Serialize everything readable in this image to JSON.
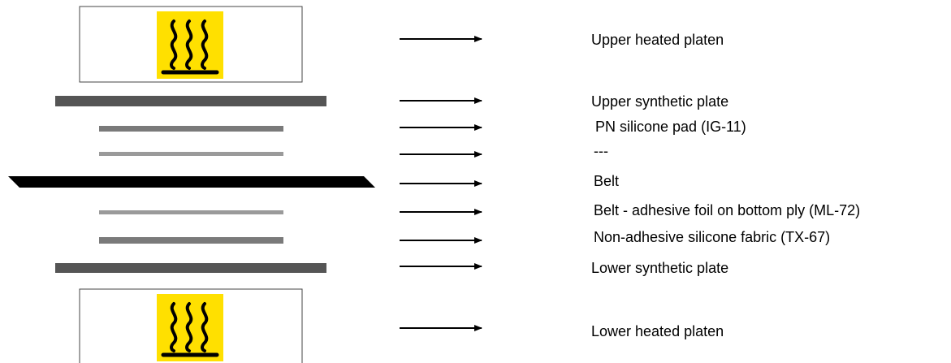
{
  "layers": [
    {
      "label": "Upper heated platen",
      "icon": "hot-surface-icon"
    },
    {
      "label": "Upper synthetic plate"
    },
    {
      "label": "PN silicone pad (IG-11)"
    },
    {
      "label": "---"
    },
    {
      "label": "Belt"
    },
    {
      "label": "Belt - adhesive foil on bottom ply (ML-72)"
    },
    {
      "label": "Non-adhesive silicone fabric (TX-67)"
    },
    {
      "label": "Lower synthetic plate"
    },
    {
      "label": "Lower heated platen",
      "icon": "hot-surface-icon"
    }
  ],
  "colors": {
    "warning_yellow": "#ffe000",
    "synthetic_plate": "#555555",
    "silicone_pad": "#7a7a7a",
    "foil_layer": "#9a9a9a",
    "belt": "#000000",
    "platen_border": "#444444",
    "arrow": "#000000"
  }
}
